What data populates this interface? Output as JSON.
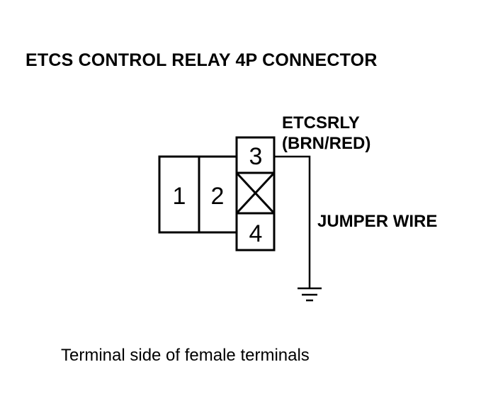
{
  "title": "ETCS CONTROL RELAY 4P CONNECTOR",
  "wire_label": {
    "line1": "ETCSRLY",
    "line2": "(BRN/RED)"
  },
  "jumper_label": "JUMPER WIRE",
  "terminals": {
    "t1": "1",
    "t2": "2",
    "t3": "3",
    "t4": "4"
  },
  "caption": "Terminal side of female terminals"
}
